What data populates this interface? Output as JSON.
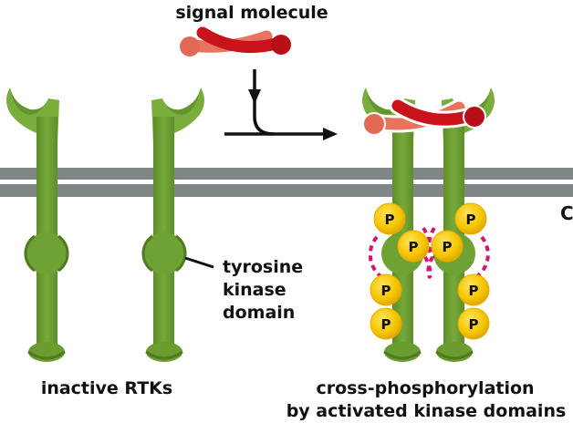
{
  "labels": {
    "signal_molecule": "signal molecule",
    "tyrosine_kinase_domain": [
      "tyrosine",
      "kinase",
      "domain"
    ],
    "inactive": "inactive RTKs",
    "active": [
      "cross-phosphorylation",
      "by activated kinase domains"
    ],
    "edge_cut": "C"
  },
  "phosphate_label": "P",
  "phosphate_count": 8,
  "colors": {
    "receptor": "#6f9e34",
    "receptor_light": "#82b542",
    "receptor_dark": "#567f25",
    "membrane": "#7e8687",
    "ligand_dark": "#c8121c",
    "ligand_light": "#e8735e",
    "phosphate": "#f5c400",
    "activation_marks": "#d0166e",
    "text": "#111111"
  }
}
